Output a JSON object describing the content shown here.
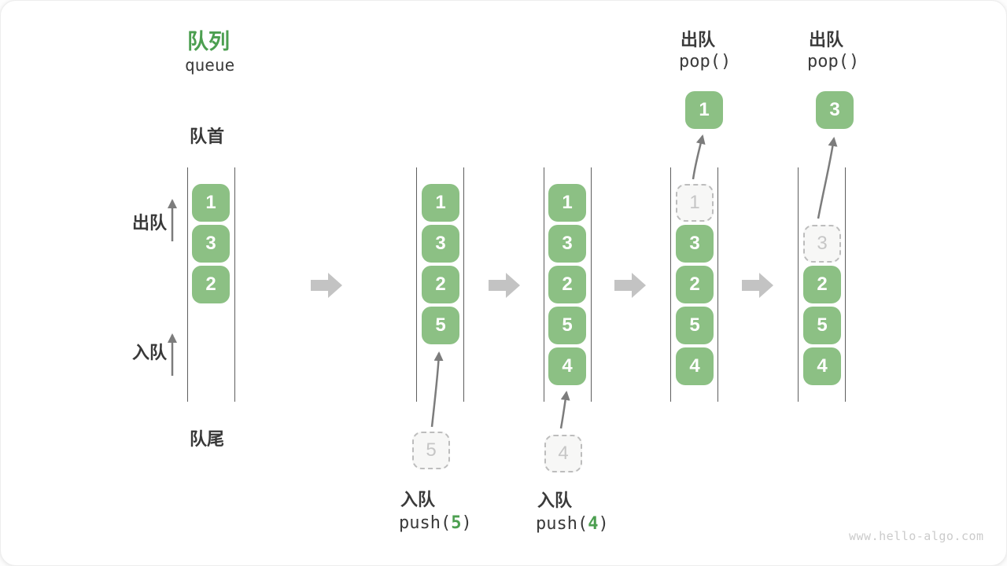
{
  "title": {
    "zh": "队列",
    "en": "queue"
  },
  "labels": {
    "front": "队首",
    "rear": "队尾",
    "dequeue_side": "出队",
    "enqueue_side": "入队"
  },
  "states": [
    {
      "items": [
        "1",
        "3",
        "2"
      ]
    },
    {
      "items": [
        "1",
        "3",
        "2",
        "5"
      ],
      "incoming": "5"
    },
    {
      "items": [
        "1",
        "3",
        "2",
        "5",
        "4"
      ],
      "incoming": "4"
    },
    {
      "items": [
        "3",
        "2",
        "5",
        "4"
      ],
      "ghost": "1",
      "popped": "1"
    },
    {
      "items": [
        "2",
        "5",
        "4"
      ],
      "ghost": "3",
      "popped": "3"
    }
  ],
  "operations": {
    "push5": {
      "name_zh": "入队",
      "code_fn": "push(",
      "code_arg": "5",
      "code_close": ")"
    },
    "push4": {
      "name_zh": "入队",
      "code_fn": "push(",
      "code_arg": "4",
      "code_close": ")"
    },
    "pop1": {
      "name_zh": "出队",
      "code": "pop()"
    },
    "pop3": {
      "name_zh": "出队",
      "code": "pop()"
    }
  },
  "colors": {
    "box_green": "#8CC084",
    "title_green": "#4C9F50",
    "wall_gray": "#5e5e5e",
    "thin_arrow_gray": "#7c7c7c",
    "block_arrow_gray": "#c3c3c3",
    "ghost_border": "#bdbdbd",
    "ghost_text": "#c6c6c6",
    "watermark_gray": "#cbcbcb"
  },
  "watermark": "www.hello-algo.com"
}
